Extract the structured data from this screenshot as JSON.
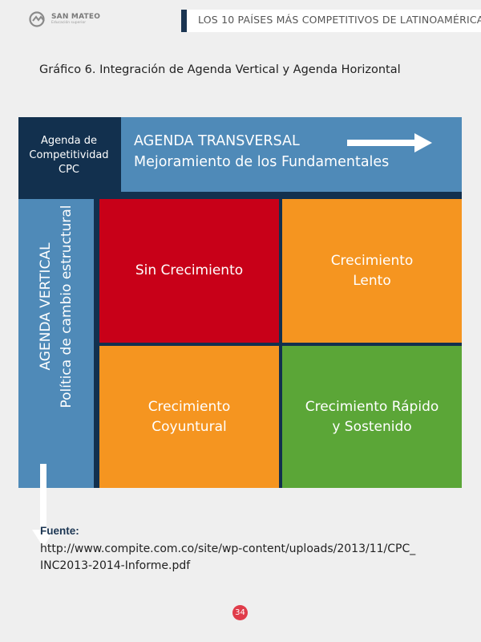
{
  "header": {
    "logo": {
      "name": "SAN MATEO",
      "tagline": "Educación superior"
    },
    "title": "LOS 10 PAÍSES MÁS COMPETITIVOS DE LATINOAMÉRICA"
  },
  "caption": "Gráfico 6. Integración de Agenda Vertical y Agenda Horizontal",
  "diagram": {
    "corner": [
      "Agenda de",
      "Competitividad",
      "CPC"
    ],
    "top": {
      "title": "AGENDA TRANSVERSAL",
      "subtitle": "Mejoramiento de los Fundamentales"
    },
    "left": {
      "title": "AGENDA VERTICAL",
      "subtitle": "Política de cambio estructural"
    },
    "cells": {
      "top_left": [
        "Sin Crecimiento"
      ],
      "top_right": [
        "Crecimiento",
        "Lento"
      ],
      "bottom_left": [
        "Crecimiento",
        "Coyuntural"
      ],
      "bottom_right": [
        "Crecimiento Rápido",
        "y Sostenido"
      ]
    },
    "colors": {
      "navy": "#12304e",
      "blue": "#4f8ab8",
      "red": "#c80018",
      "orange": "#f59520",
      "green": "#5ba637"
    }
  },
  "source": {
    "label": "Fuente:",
    "url_line1": "http://www.compite.com.co/site/wp-content/uploads/2013/11/CPC_",
    "url_line2": "INC2013-2014-Informe.pdf"
  },
  "page_number": "34"
}
